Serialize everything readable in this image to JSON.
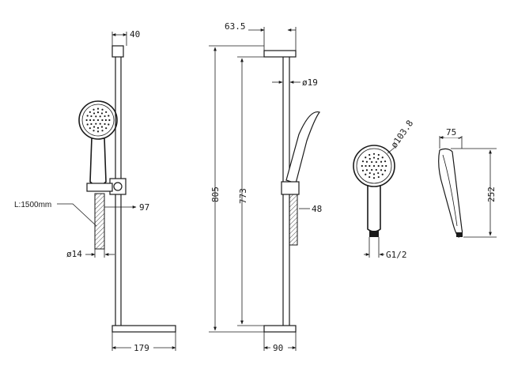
{
  "dimensions": {
    "left_view": {
      "top_width": "40",
      "hose_label": "L:1500mm",
      "holder_offset": "97",
      "hose_diameter": "ø14",
      "base_width": "179"
    },
    "side_view": {
      "top_offset": "63.5",
      "overall_height": "805",
      "rail_height": "773",
      "rail_diameter": "ø19",
      "holder_height": "48",
      "base_width": "90"
    },
    "handshower_front": {
      "head_diameter": "ø103.8",
      "thread": "G1/2"
    },
    "handshower_side": {
      "depth": "75",
      "length": "252"
    }
  }
}
